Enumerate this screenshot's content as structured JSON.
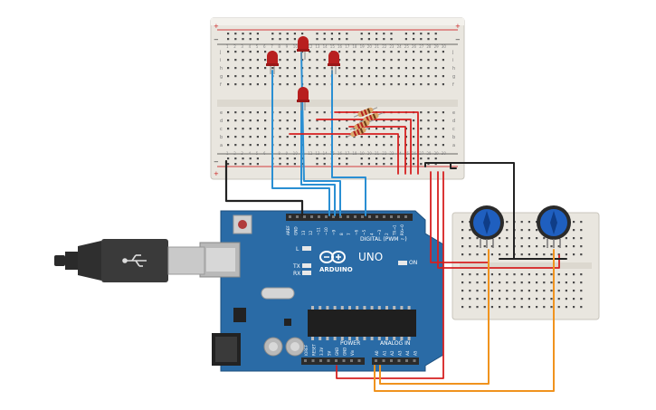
{
  "board": {
    "brand": "ARDUINO",
    "model": "UNO",
    "digital_header": "DIGITAL (PWM ~)",
    "power_header": "POWER",
    "analog_header": "ANALOG IN",
    "on_label": "ON",
    "led_l": "L",
    "led_tx": "TX",
    "led_rx": "RX",
    "digital_pins": [
      "AREF",
      "GND",
      "13",
      "12",
      "~11",
      "~10",
      "~9",
      "8",
      "7",
      "~6",
      "~5",
      "4",
      "~3",
      "2",
      "TX→1",
      "RX←0"
    ],
    "power_pins": [
      "IOREF",
      "RESET",
      "3.3V",
      "5V",
      "GND",
      "GND",
      "Vin"
    ],
    "analog_pins": [
      "A0",
      "A1",
      "A2",
      "A3",
      "A4",
      "A5"
    ]
  },
  "breadboard": {
    "plus": "+",
    "minus": "−",
    "row_letters_top": [
      "j",
      "i",
      "h",
      "g",
      "f"
    ],
    "row_letters_bottom": [
      "e",
      "d",
      "c",
      "b",
      "a"
    ],
    "column_numbers": [
      "1",
      "2",
      "3",
      "4",
      "5",
      "6",
      "7",
      "8",
      "9",
      "10",
      "11",
      "12",
      "13",
      "14",
      "15",
      "16",
      "17",
      "18",
      "19",
      "20",
      "21",
      "22",
      "23",
      "24",
      "25",
      "26",
      "27",
      "28",
      "29",
      "30"
    ]
  },
  "colors": {
    "board": "#2a6ba6",
    "breadboard": "#e9e6df",
    "wire_blue": "#2a8fd3",
    "wire_red": "#d62020",
    "wire_black": "#222222",
    "wire_orange": "#f0931e",
    "led": "#b81f1f",
    "pot": "#1f5fbf"
  },
  "components": {
    "leds": [
      "led-1",
      "led-2",
      "led-3",
      "led-4"
    ],
    "resistors": [
      "resistor-1",
      "resistor-2",
      "resistor-3",
      "resistor-4"
    ],
    "potentiometers": [
      "potentiometer-1",
      "potentiometer-2"
    ],
    "usb": "usb-b-cable"
  }
}
